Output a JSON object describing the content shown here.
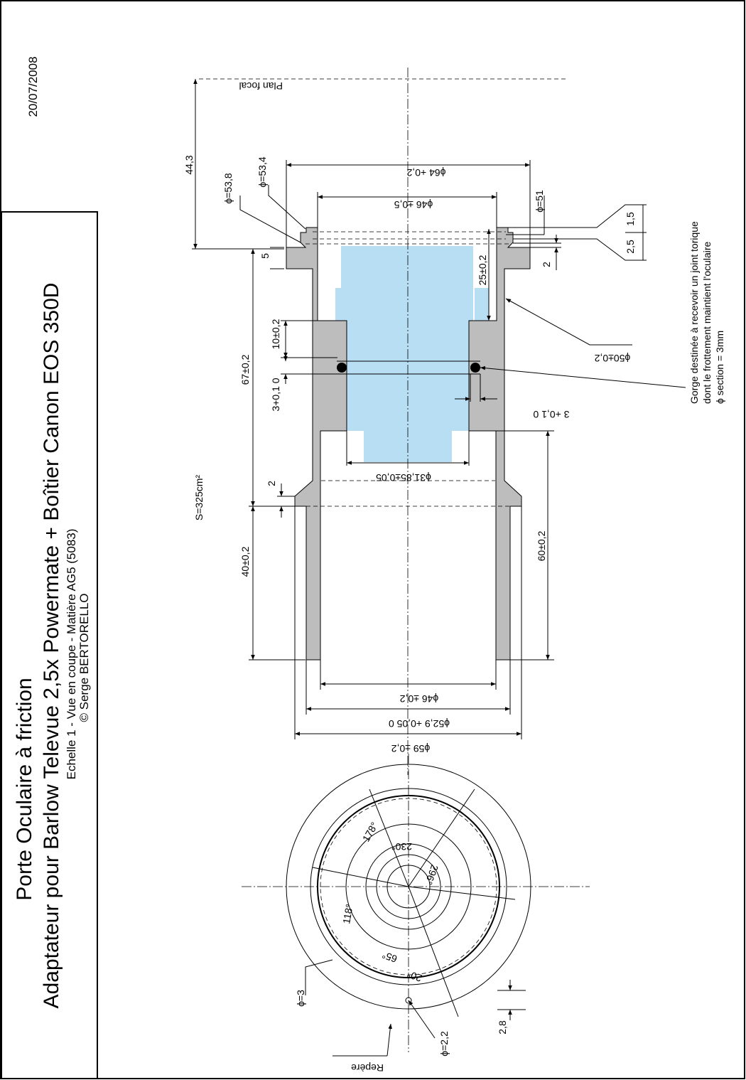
{
  "title": {
    "line1": "Porte Oculaire à friction",
    "line2": "Adaptateur pour Barlow Televue 2,5x Powermate + Boîtier Canon EOS 350D",
    "line3": "Echelle 1 - Vue en coupe - Matière AG5 (5083)",
    "line4": "© Serge BERTORELLO",
    "date": "20/07/2008"
  },
  "labels": {
    "focal_plane": "Plan focal",
    "surface": "S=325cm²",
    "repere": "Repère",
    "groove_note": [
      "Gorge destinée à recevoir un joint torique",
      "dont le frottement maintient l'oculaire",
      "ϕ section = 3mm"
    ]
  },
  "dims": {
    "d44_3": "44,3",
    "phi53_8": "ϕ=53,8",
    "phi53_4": "ϕ=53,4",
    "d5": "5",
    "phi64": "ϕ64 +0,2",
    "phi46_top": "ϕ46 ±0,5",
    "phi51": "ϕ=51",
    "d1_5": "1,5",
    "d2_5": "2,5",
    "d2_right": "2",
    "d25": "25±0,2",
    "d10": "10±0,2",
    "d3_left": "3+0,1 0",
    "d3_right": "3 +0,1 0",
    "d67": "67±0,2",
    "d2_left": "2",
    "phi31_85": "ϕ31,85±0,05",
    "d40": "40±0,2",
    "d60": "60±0,2",
    "phi50": "ϕ50±0,2",
    "phi46_bottom": "ϕ46 ±0,2",
    "phi52_9": "ϕ52,9 +0,05 0",
    "phi59": "ϕ59 ±0,2",
    "phi3": "ϕ=3",
    "phi2_2": "ϕ=2,2",
    "d2_8": "2,8"
  },
  "angles": [
    "230°",
    "178°",
    "296°",
    "118°",
    "65°",
    "20°"
  ]
}
